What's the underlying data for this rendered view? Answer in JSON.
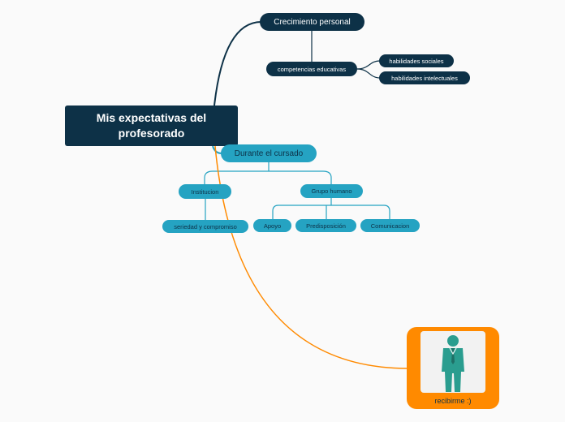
{
  "colors": {
    "background": "#fafafa",
    "dark_node": "#0d3147",
    "teal_node": "#25a3c2",
    "orange": "#ff8a00",
    "person_icon": "#2a9d8f"
  },
  "mindmap": {
    "root": "Mis expectativas del profesorado",
    "crecimiento": {
      "label": "Crecimiento personal",
      "competencias": {
        "label": "competencias educativas",
        "children": [
          "habilidades sociales",
          "habilidades intelectuales"
        ]
      }
    },
    "durante": {
      "label": "Durante el cursado",
      "institucion": {
        "label": "Institucion",
        "children": [
          "seriedad y compromiso"
        ]
      },
      "grupo": {
        "label": "Grupo humano",
        "children": [
          "Apoyo",
          "Predisposición",
          "Comunicacion"
        ]
      }
    },
    "card": {
      "label": "recibirme :)",
      "icon": "businessman-icon"
    }
  }
}
